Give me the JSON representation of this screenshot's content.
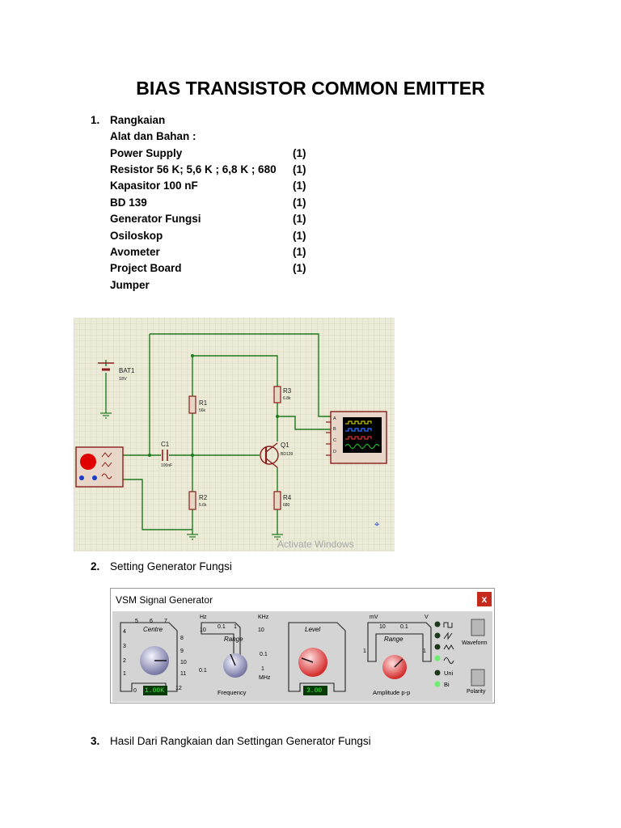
{
  "title": "BIAS TRANSISTOR COMMON EMITTER",
  "section1": {
    "number": "1.",
    "heading": "Rangkaian",
    "subheading": "Alat dan Bahan :",
    "items": [
      {
        "name": "Power Supply",
        "qty": "(1)"
      },
      {
        "name": "Resistor 56 K; 5,6 K ; 6,8 K ; 680",
        "qty": "(1)"
      },
      {
        "name": "Kapasitor 100 nF",
        "qty": "(1)"
      },
      {
        "name": "BD 139",
        "qty": "(1)"
      },
      {
        "name": "Generator Fungsi",
        "qty": "(1)"
      },
      {
        "name": "Osiloskop",
        "qty": "(1)"
      },
      {
        "name": "Avometer",
        "qty": "(1)"
      },
      {
        "name": "Project Board",
        "qty": "(1)"
      },
      {
        "name": "Jumper",
        "qty": ""
      }
    ]
  },
  "circuit": {
    "bat_label": "BAT1",
    "bat_value": "18V",
    "r1_label": "R1",
    "r1_value": "56k",
    "r2_label": "R2",
    "r2_value": "5.6k",
    "r3_label": "R3",
    "r3_value": "6.8k",
    "r4_label": "R4",
    "r4_value": "680",
    "c1_label": "C1",
    "c1_value": "100nF",
    "q1_label": "Q1",
    "q1_value": "BD139",
    "scope_channels": [
      "A",
      "B",
      "C",
      "D"
    ],
    "watermark": "Activate Windows"
  },
  "section2": {
    "number": "2.",
    "heading": "Setting Generator Fungsi"
  },
  "vsm": {
    "window_title": "VSM Signal Generator",
    "close": "x",
    "centre_label": "Centre",
    "centre_scale": [
      "5",
      "6",
      "7",
      "4",
      "8",
      "3",
      "9",
      "2",
      "10",
      "1",
      "11",
      "0",
      "12"
    ],
    "centre_value": "1.00K",
    "range_label": "Range",
    "freq_units": [
      "Hz",
      "KHz",
      "MHz"
    ],
    "freq_range": [
      "10",
      "0.1",
      "1",
      "10",
      "0.1",
      "1",
      "0.1"
    ],
    "frequency_label": "Frequency",
    "level_label": "Level",
    "level_value": "3.00",
    "amp_units": [
      "mV",
      "V"
    ],
    "amp_range": [
      "10",
      "0.1",
      "1",
      "1"
    ],
    "amplitude_label": "Amplitude p-p",
    "waveform_label": "Waveform",
    "polarity_label": "Polarity",
    "uni_label": "Uni",
    "bi_label": "Bi"
  },
  "section3": {
    "number": "3.",
    "heading": "Hasil Dari Rangkaian dan Settingan Generator Fungsi"
  }
}
